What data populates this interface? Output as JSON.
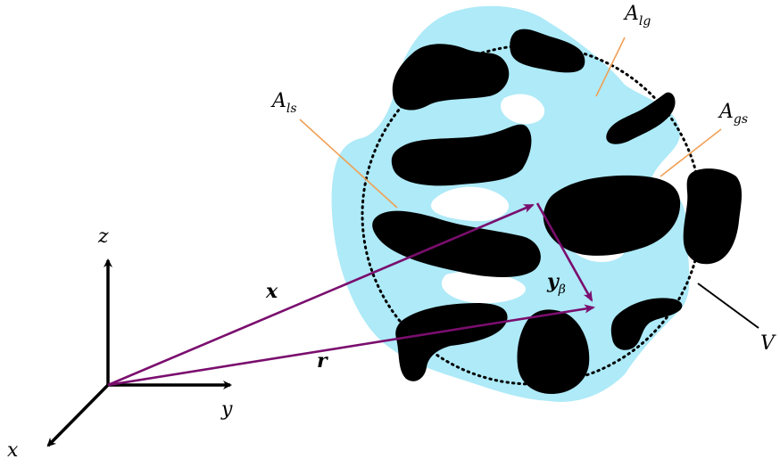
{
  "colors": {
    "liquid": "#aeeaf8",
    "solid": "#000000",
    "leader": "#f0a055",
    "vector": "#7a0e6e",
    "axes": "#000000"
  },
  "axes": {
    "x_label": "x",
    "y_label": "y",
    "z_label": "z"
  },
  "vectors": {
    "x_label": "x",
    "r_label": "r",
    "y_beta_main": "y",
    "y_beta_sub": "β"
  },
  "interfaces": {
    "A_ls": {
      "main": "A",
      "sub": "ls"
    },
    "A_lg": {
      "main": "A",
      "sub": "lg"
    },
    "A_gs": {
      "main": "A",
      "sub": "gs"
    }
  },
  "volume_label": "V"
}
